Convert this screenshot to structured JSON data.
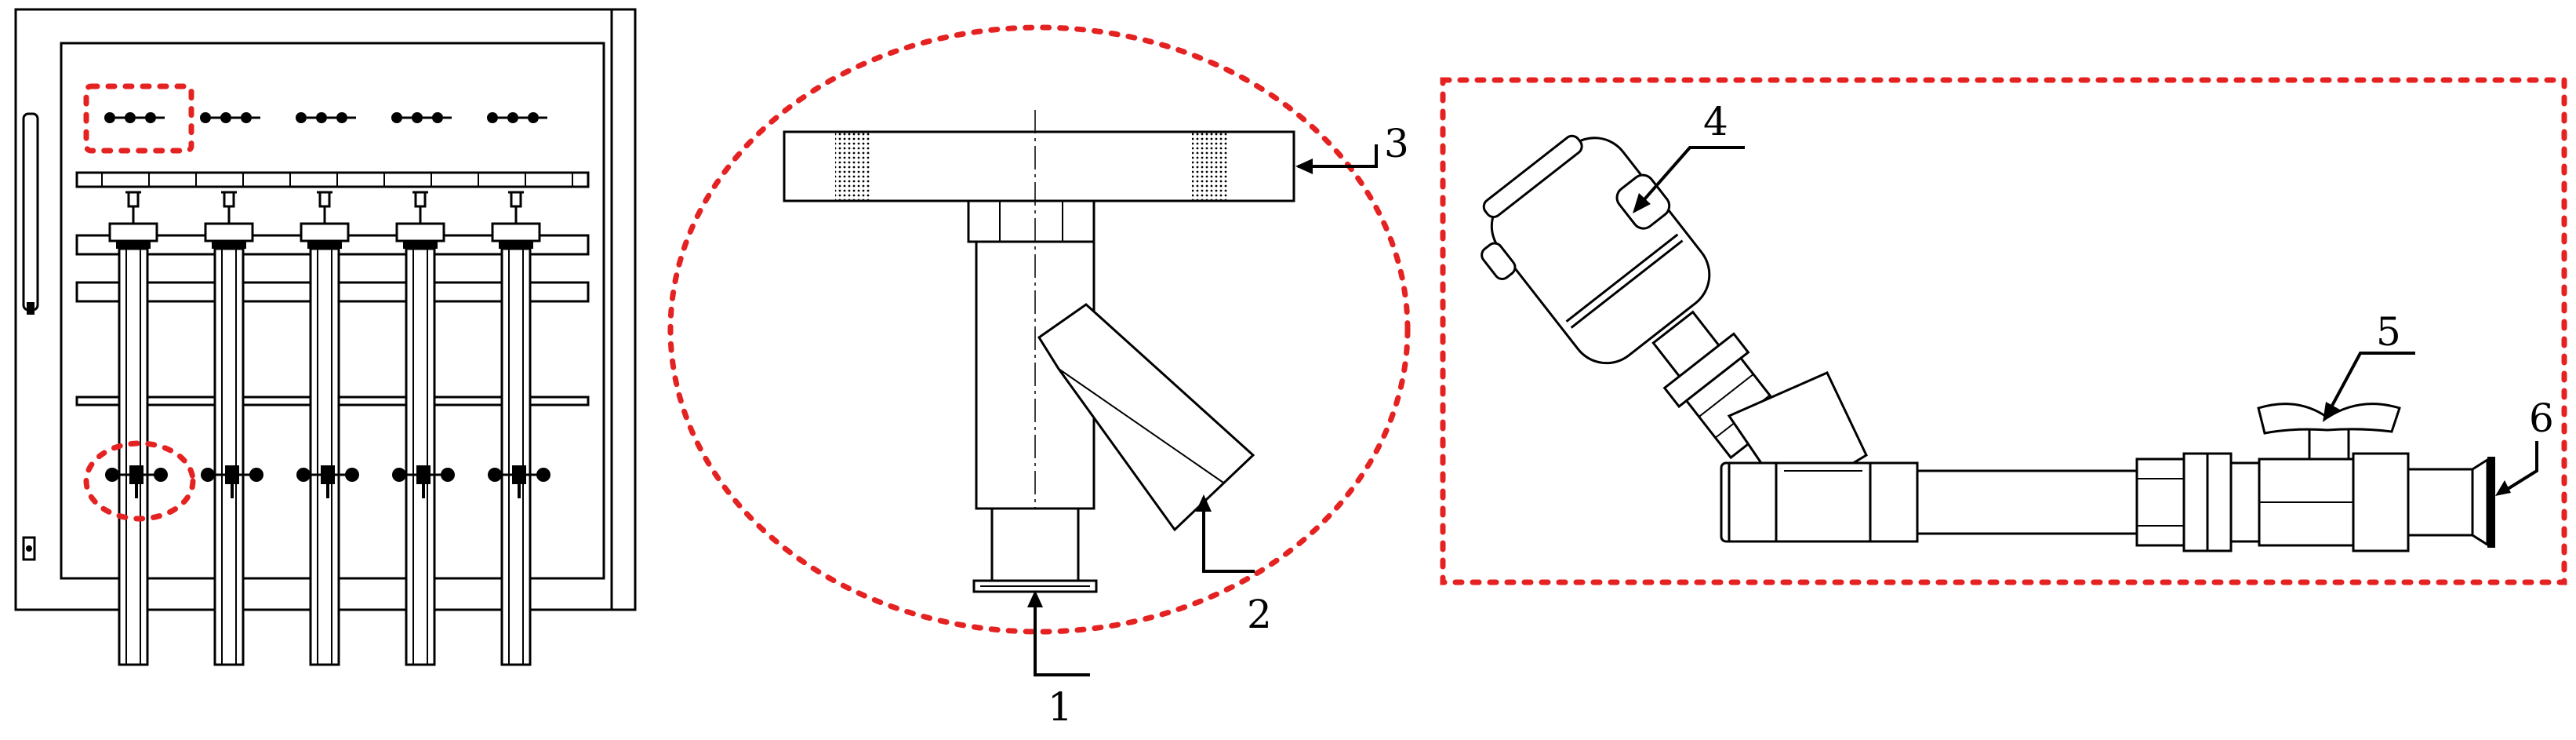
{
  "callouts": {
    "c1": "1",
    "c2": "2",
    "c3": "3",
    "c4": "4",
    "c5": "5",
    "c6": "6"
  },
  "colors": {
    "highlight_dash": "#e52222",
    "line": "#000000",
    "background": "#ffffff"
  }
}
